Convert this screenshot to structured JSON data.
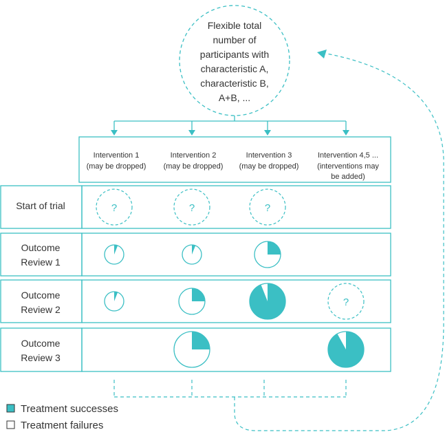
{
  "colors": {
    "accent": "#3bbfc4",
    "text": "#333333"
  },
  "top_circle_lines": [
    "Flexible total",
    "number of",
    "participants with",
    "characteristic A,",
    "characteristic B,",
    "A+B, ..."
  ],
  "interventions": [
    {
      "line1": "Intervention 1",
      "line2": "(may be dropped)",
      "line3": ""
    },
    {
      "line1": "Intervention 2",
      "line2": "(may be dropped)",
      "line3": ""
    },
    {
      "line1": "Intervention 3",
      "line2": "(may be dropped)",
      "line3": ""
    },
    {
      "line1": "Intervention 4,5 ...",
      "line2": "(interventions may",
      "line3": "be added)"
    }
  ],
  "rows": [
    {
      "line1": "Start of trial",
      "line2": ""
    },
    {
      "line1": "Outcome",
      "line2": "Review 1"
    },
    {
      "line1": "Outcome",
      "line2": "Review 2"
    },
    {
      "line1": "Outcome",
      "line2": "Review 3"
    }
  ],
  "unknown_mark": "?",
  "legend": {
    "successes": "Treatment successes",
    "failures": "Treatment failures"
  },
  "cells": [
    {
      "row": 0,
      "col": 0,
      "kind": "unknown"
    },
    {
      "row": 0,
      "col": 1,
      "kind": "unknown"
    },
    {
      "row": 0,
      "col": 2,
      "kind": "unknown"
    },
    {
      "row": 1,
      "col": 0,
      "kind": "pie",
      "success_fraction": 0.06,
      "size": "small"
    },
    {
      "row": 1,
      "col": 1,
      "kind": "pie",
      "success_fraction": 0.06,
      "size": "small"
    },
    {
      "row": 1,
      "col": 2,
      "kind": "pie",
      "success_fraction": 0.25,
      "size": "medium"
    },
    {
      "row": 2,
      "col": 0,
      "kind": "pie",
      "success_fraction": 0.06,
      "size": "small"
    },
    {
      "row": 2,
      "col": 1,
      "kind": "pie",
      "success_fraction": 0.25,
      "size": "medium"
    },
    {
      "row": 2,
      "col": 2,
      "kind": "pie",
      "success_fraction": 0.94,
      "size": "large"
    },
    {
      "row": 2,
      "col": 3,
      "kind": "unknown"
    },
    {
      "row": 3,
      "col": 1,
      "kind": "pie",
      "success_fraction": 0.25,
      "size": "large"
    },
    {
      "row": 3,
      "col": 3,
      "kind": "pie",
      "success_fraction": 0.92,
      "size": "large"
    }
  ]
}
